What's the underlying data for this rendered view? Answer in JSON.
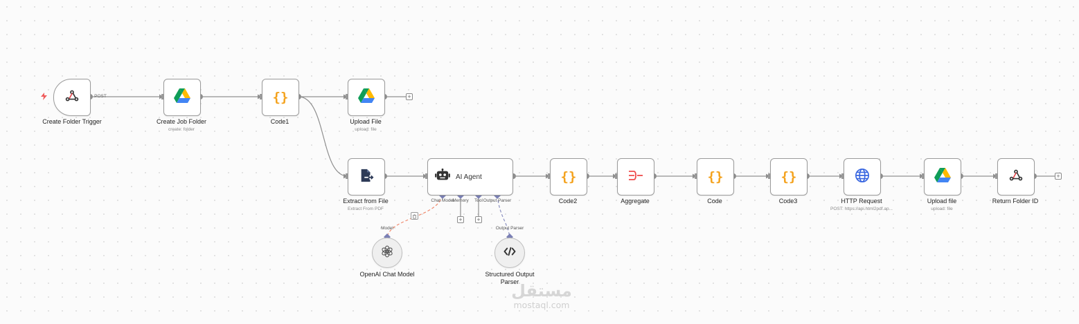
{
  "nodes": {
    "create_folder_trigger": {
      "label": "Create Folder Trigger",
      "icon": "webhook-icon",
      "output_label": "POST"
    },
    "create_job_folder": {
      "label": "Create Job Folder",
      "sub": "create: folder",
      "icon": "google-drive-icon"
    },
    "code1": {
      "label": "Code1",
      "icon": "code-braces-icon"
    },
    "upload_file_top": {
      "label": "Upload File",
      "sub": "upload: file",
      "icon": "google-drive-icon"
    },
    "extract_from_file": {
      "label": "Extract from File",
      "sub": "Extract From PDF",
      "icon": "file-export-icon"
    },
    "ai_agent": {
      "label": "AI Agent",
      "icon": "robot-icon",
      "ports": {
        "chat_model": "Chat Model",
        "memory": "Memory",
        "tool": "Tool",
        "output_parser": "Output Parser"
      }
    },
    "code2": {
      "label": "Code2",
      "icon": "code-braces-icon"
    },
    "aggregate": {
      "label": "Aggregate",
      "icon": "aggregate-icon"
    },
    "code": {
      "label": "Code",
      "icon": "code-braces-icon"
    },
    "code3": {
      "label": "Code3",
      "icon": "code-braces-icon"
    },
    "http_request": {
      "label": "HTTP Request",
      "sub": "POST: https://api.html2pdf.ap...",
      "icon": "globe-icon"
    },
    "upload_file_bottom": {
      "label": "Upload file",
      "sub": "upload: file",
      "icon": "google-drive-icon"
    },
    "return_folder_id": {
      "label": "Return Folder ID",
      "icon": "webhook-icon"
    },
    "openai_chat_model": {
      "label": "OpenAI Chat Model",
      "port_label": "Model",
      "icon": "openai-icon"
    },
    "structured_output_parser": {
      "label": "Structured Output Parser",
      "port_label": "Output Parser",
      "icon": "code-tag-icon"
    }
  },
  "colors": {
    "edge": "#8f8f8f",
    "port": "#8f8f8f",
    "connector_port": "#7b80b5",
    "model_edge": "#f08a6e",
    "parser_edge": "#8a8fbf",
    "code_icon": "#f4a21d",
    "aggregate_icon": "#ef4b4b",
    "http_icon": "#3866e0",
    "webhook_red": "#e5484d",
    "trigger_bolt": "#ef5b5b"
  },
  "watermark": {
    "logo": "مستقل",
    "url": "mostaql.com"
  }
}
